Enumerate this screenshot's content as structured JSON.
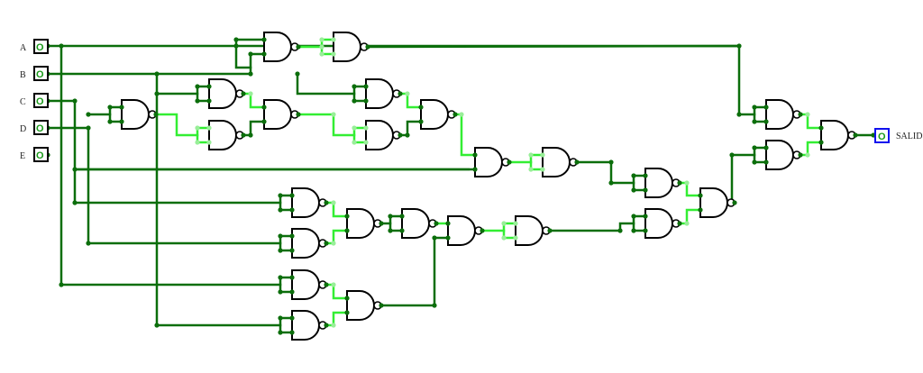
{
  "colors": {
    "wire_low": "#0b6e0b",
    "wire_high": "#33ee33",
    "wire_high_node": "#99ee99",
    "input_border": "#000000",
    "output_border": "#1010ee",
    "io_value": "#1a9a1a"
  },
  "inputs": [
    {
      "label": "A",
      "value": "O"
    },
    {
      "label": "B",
      "value": "O"
    },
    {
      "label": "C",
      "value": "O"
    },
    {
      "label": "D",
      "value": "O"
    },
    {
      "label": "E",
      "value": "O"
    }
  ],
  "output": {
    "label": "SALID",
    "value": "O"
  },
  "gate_type": "NAND",
  "gate_count": 26
}
